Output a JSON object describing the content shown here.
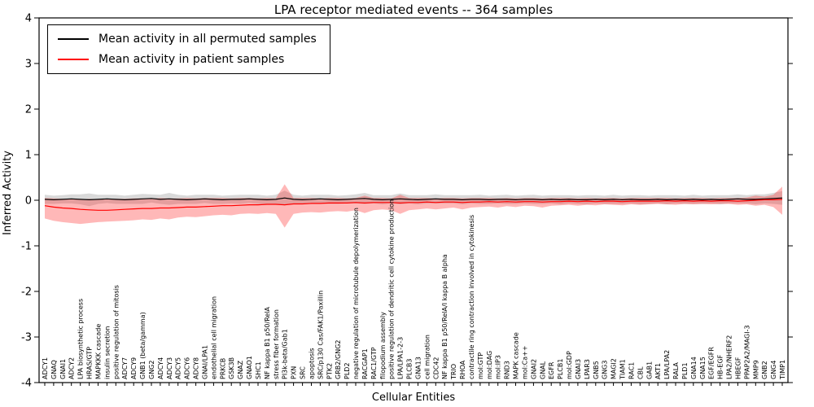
{
  "chart_data": {
    "type": "line",
    "title": "LPA receptor mediated events -- 364 samples",
    "xlabel": "Cellular Entities",
    "ylabel": "Inferred Activity",
    "ylim": [
      -4,
      4
    ],
    "yticks": [
      -4,
      -3,
      -2,
      -1,
      0,
      1,
      2,
      3,
      4
    ],
    "grid": false,
    "legend_position": "upper left",
    "legend": [
      {
        "label": "Mean activity in all permuted samples",
        "color": "#000000"
      },
      {
        "label": "Mean activity in patient samples",
        "color": "#ff0000"
      }
    ],
    "colors": {
      "permuted_line": "#000000",
      "permuted_band": "rgba(130,130,130,0.30)",
      "patient_line": "#ff0000",
      "patient_band": "rgba(255,40,40,0.33)",
      "frame": "#000000"
    },
    "categories": [
      "ADCY1",
      "GNAQ",
      "GNAI1",
      "ADCY2",
      "LPA biosynthetic process",
      "HRAS/GTP",
      "MAPKKK cascade",
      "insulin secretion",
      "positive regulation of mitosis",
      "ADCY7",
      "ADCY9",
      "GNB1 (beta/gamma)",
      "GNG2",
      "ADCY4",
      "ADCY3",
      "ADCY5",
      "ADCY6",
      "ADCY8",
      "GNAI/LPA1",
      "endothelial cell migration",
      "PRKCB",
      "GSK3B",
      "GNAZ",
      "GNAO1",
      "SHC1",
      "NF kappa B1 p50/RelA",
      "stress fiber formation",
      "PI3k-beta/Gab1",
      "PXN",
      "SRC",
      "apoptosis",
      "SRC/p130 Cas/FAK1/Paxillin",
      "PTK2",
      "GRB2/GNG2",
      "PLD2",
      "negative regulation of microtubule depolymerization",
      "RACGAP1",
      "RAC1/GTP",
      "filopodium assembly",
      "positive regulation of dendritic cell cytokine production",
      "LPA/LPA1-2-3",
      "PLCB3",
      "GNA13",
      "cell migration",
      "CDC42",
      "NF kappa B1 p50/RelA/I kappa B alpha",
      "TRIO",
      "RHOA",
      "contractile ring contraction involved in cytokinesis",
      "mol:GTP",
      "mol:DAG",
      "mol:IP3",
      "RND3",
      "MAPK cascade",
      "mol:Ca++",
      "GNAI2",
      "GNAL",
      "EGFR",
      "PLCB1",
      "mol:GDP",
      "GNAI3",
      "LPAR3",
      "GNB5",
      "GNG3",
      "MAGI2",
      "TIAM1",
      "RAC1",
      "CBL",
      "GAB1",
      "AKT1",
      "LPA/LPA2",
      "RALA",
      "PLD1",
      "GNA14",
      "GNA15",
      "EGF/EGFR",
      "HB-EGF",
      "LPA2/NHERF2",
      "HBEGF",
      "PPAP2A2/MAGI-3",
      "MMP9",
      "GNB2",
      "GNG4",
      "TIMP1"
    ],
    "series": {
      "permuted": {
        "name": "Mean activity in all permuted samples",
        "values": [
          0.02,
          0.01,
          0.02,
          0.03,
          0.02,
          0.01,
          0.02,
          0.03,
          0.02,
          0.01,
          0.02,
          0.03,
          0.04,
          0.02,
          0.03,
          0.02,
          0.01,
          0.02,
          0.03,
          0.02,
          0.01,
          0.02,
          0.02,
          0.03,
          0.02,
          0.01,
          0.02,
          0.05,
          0.02,
          0.01,
          0.02,
          0.03,
          0.02,
          0.01,
          0.02,
          0.03,
          0.04,
          0.02,
          0.01,
          0.02,
          0.03,
          0.02,
          0.01,
          0.02,
          0.03,
          0.02,
          0.02,
          0.01,
          0.02,
          0.02,
          0.01,
          0.02,
          0.02,
          0.01,
          0.02,
          0.02,
          0.01,
          0.02,
          0.01,
          0.02,
          0.01,
          0.01,
          0.02,
          0.01,
          0.02,
          0.01,
          0.02,
          0.01,
          0.01,
          0.02,
          0.01,
          0.02,
          0.01,
          0.02,
          0.01,
          0.02,
          0.01,
          0.02,
          0.03,
          0.02,
          0.02,
          0.03,
          0.04,
          0.05
        ],
        "band": [
          0.1,
          0.09,
          0.09,
          0.1,
          0.11,
          0.14,
          0.1,
          0.09,
          0.1,
          0.09,
          0.1,
          0.11,
          0.09,
          0.1,
          0.13,
          0.1,
          0.09,
          0.1,
          0.09,
          0.1,
          0.09,
          0.09,
          0.1,
          0.09,
          0.1,
          0.09,
          0.1,
          0.16,
          0.1,
          0.09,
          0.1,
          0.09,
          0.1,
          0.09,
          0.09,
          0.1,
          0.12,
          0.09,
          0.1,
          0.09,
          0.12,
          0.09,
          0.1,
          0.09,
          0.1,
          0.09,
          0.09,
          0.1,
          0.09,
          0.1,
          0.09,
          0.09,
          0.1,
          0.09,
          0.09,
          0.1,
          0.09,
          0.09,
          0.1,
          0.09,
          0.09,
          0.1,
          0.09,
          0.09,
          0.1,
          0.09,
          0.09,
          0.1,
          0.09,
          0.09,
          0.1,
          0.09,
          0.09,
          0.1,
          0.09,
          0.09,
          0.1,
          0.09,
          0.1,
          0.09,
          0.11,
          0.1,
          0.12,
          0.15
        ]
      },
      "patient": {
        "name": "Mean activity in patient samples",
        "values": [
          -0.12,
          -0.15,
          -0.17,
          -0.18,
          -0.2,
          -0.21,
          -0.22,
          -0.22,
          -0.21,
          -0.2,
          -0.19,
          -0.18,
          -0.18,
          -0.17,
          -0.17,
          -0.16,
          -0.15,
          -0.15,
          -0.14,
          -0.13,
          -0.12,
          -0.12,
          -0.11,
          -0.1,
          -0.1,
          -0.09,
          -0.09,
          -0.1,
          -0.08,
          -0.08,
          -0.07,
          -0.07,
          -0.06,
          -0.06,
          -0.06,
          -0.05,
          -0.06,
          -0.05,
          -0.05,
          -0.05,
          -0.06,
          -0.05,
          -0.05,
          -0.04,
          -0.05,
          -0.04,
          -0.04,
          -0.05,
          -0.04,
          -0.04,
          -0.03,
          -0.04,
          -0.03,
          -0.04,
          -0.03,
          -0.03,
          -0.04,
          -0.03,
          -0.03,
          -0.02,
          -0.03,
          -0.02,
          -0.03,
          -0.02,
          -0.02,
          -0.03,
          -0.02,
          -0.02,
          -0.02,
          -0.02,
          -0.01,
          -0.02,
          -0.01,
          -0.02,
          -0.01,
          -0.02,
          -0.01,
          -0.01,
          -0.02,
          -0.01,
          0.0,
          0.01,
          0.01,
          0.02
        ],
        "lower": [
          -0.4,
          -0.45,
          -0.48,
          -0.5,
          -0.52,
          -0.5,
          -0.48,
          -0.47,
          -0.46,
          -0.45,
          -0.44,
          -0.42,
          -0.43,
          -0.4,
          -0.42,
          -0.38,
          -0.36,
          -0.37,
          -0.35,
          -0.33,
          -0.32,
          -0.33,
          -0.3,
          -0.29,
          -0.3,
          -0.28,
          -0.3,
          -0.6,
          -0.3,
          -0.27,
          -0.26,
          -0.27,
          -0.25,
          -0.24,
          -0.25,
          -0.22,
          -0.28,
          -0.22,
          -0.2,
          -0.22,
          -0.3,
          -0.22,
          -0.2,
          -0.18,
          -0.2,
          -0.18,
          -0.16,
          -0.2,
          -0.16,
          -0.15,
          -0.14,
          -0.16,
          -0.13,
          -0.15,
          -0.12,
          -0.13,
          -0.16,
          -0.12,
          -0.11,
          -0.1,
          -0.12,
          -0.1,
          -0.11,
          -0.09,
          -0.1,
          -0.11,
          -0.09,
          -0.1,
          -0.09,
          -0.08,
          -0.09,
          -0.1,
          -0.08,
          -0.09,
          -0.08,
          -0.09,
          -0.08,
          -0.08,
          -0.1,
          -0.09,
          -0.12,
          -0.1,
          -0.15,
          -0.32
        ],
        "upper": [
          0.05,
          0.04,
          0.03,
          0.02,
          0.02,
          0.03,
          0.02,
          0.02,
          0.03,
          0.03,
          0.04,
          0.04,
          0.03,
          0.05,
          0.04,
          0.04,
          0.05,
          0.04,
          0.05,
          0.05,
          0.05,
          0.04,
          0.05,
          0.05,
          0.04,
          0.05,
          0.04,
          0.35,
          0.05,
          0.05,
          0.05,
          0.04,
          0.05,
          0.05,
          0.04,
          0.05,
          0.1,
          0.05,
          0.05,
          0.04,
          0.12,
          0.05,
          0.05,
          0.05,
          0.04,
          0.05,
          0.05,
          0.04,
          0.05,
          0.05,
          0.05,
          0.04,
          0.05,
          0.04,
          0.05,
          0.05,
          0.04,
          0.05,
          0.05,
          0.05,
          0.04,
          0.05,
          0.04,
          0.05,
          0.05,
          0.04,
          0.05,
          0.05,
          0.05,
          0.05,
          0.05,
          0.04,
          0.05,
          0.05,
          0.05,
          0.04,
          0.05,
          0.05,
          0.05,
          0.06,
          0.1,
          0.08,
          0.12,
          0.3
        ]
      }
    }
  }
}
